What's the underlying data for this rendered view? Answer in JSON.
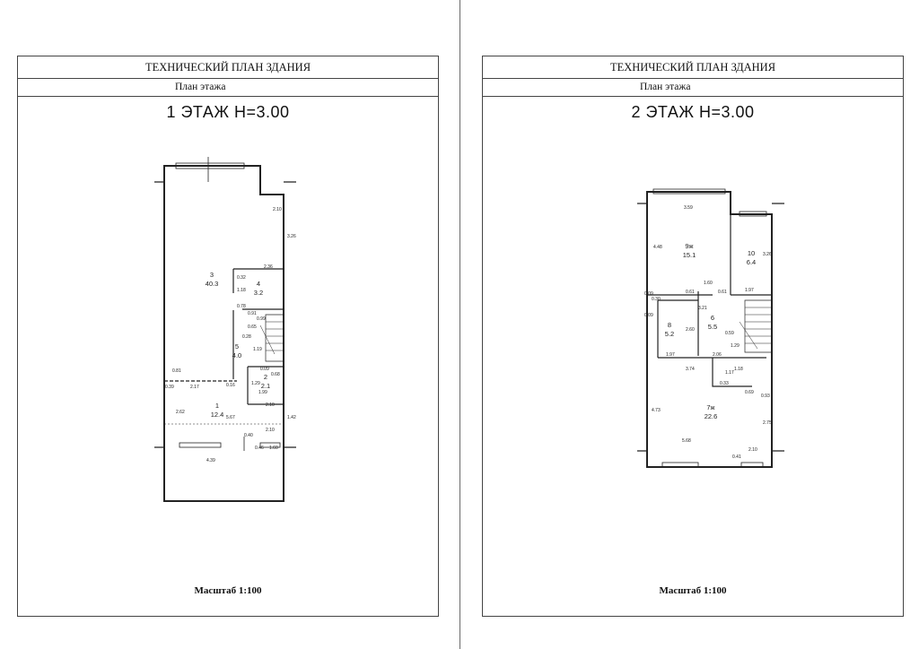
{
  "sheets": {
    "left": {
      "header": "ТЕХНИЧЕСКИЙ ПЛАН ЗДАНИЯ",
      "subheader": "План этажа",
      "floor_title": "1 ЭТАЖ  Н=3.00",
      "scale": "Масштаб 1:100",
      "rooms": [
        {
          "num": "3",
          "area": "40.3"
        },
        {
          "num": "4",
          "area": "3.2"
        },
        {
          "num": "5",
          "area": "4.0"
        },
        {
          "num": "2",
          "area": "2.1"
        },
        {
          "num": "1",
          "area": "12.4"
        }
      ],
      "dims": [
        "2.10",
        "3.26",
        "2.36",
        "0.32",
        "1.18",
        "0.78",
        "0.91",
        "0.99",
        "0.65",
        "0.28",
        "1.19",
        "0.81",
        "0.39",
        "2.17",
        "0.16",
        "1.29",
        "0.09",
        "0.68",
        "1.99",
        "2.10",
        "2.62",
        "5.67",
        "1.42",
        "2.10",
        "0.40",
        "0.46",
        "1.60",
        "4.39"
      ]
    },
    "right": {
      "header": "ТЕХНИЧЕСКИЙ ПЛАН ЗДАНИЯ",
      "subheader": "План этажа",
      "floor_title": "2 ЭТАЖ  Н=3.00",
      "scale": "Масштаб 1:100",
      "rooms": [
        {
          "num": "9ж",
          "area": "15.1"
        },
        {
          "num": "10",
          "area": "6.4"
        },
        {
          "num": "8",
          "area": "5.2"
        },
        {
          "num": "6",
          "area": "5.5"
        },
        {
          "num": "7ж",
          "area": "22.6"
        }
      ],
      "dims": [
        "3.59",
        "4.48",
        "3.26",
        "1.60",
        "0.61",
        "0.61",
        "1.97",
        "0.09",
        "0.30",
        "0.09",
        "2.60",
        "3.21",
        "0.59",
        "1.29",
        "1.97",
        "2.06",
        "3.74",
        "1.18",
        "0.33",
        "1.17",
        "0.69",
        "0.93",
        "4.73",
        "2.75",
        "5.68",
        "2.10",
        "0.41"
      ]
    }
  }
}
